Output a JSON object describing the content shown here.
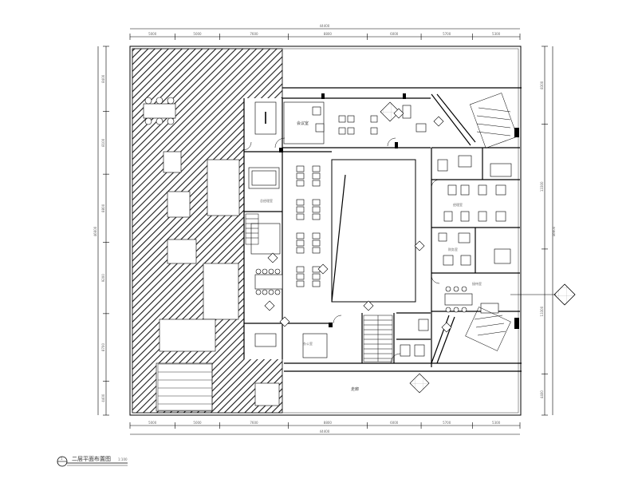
{
  "drawing": {
    "caption_title": "二层平面布置图",
    "caption_scale": "1:100",
    "caption_index": "1"
  },
  "dimensions": {
    "top_overall": "44400",
    "top_segments": [
      "5000",
      "5000",
      "7600",
      "8800",
      "6000",
      "5700",
      "5300"
    ],
    "bottom_overall": "44400",
    "bottom_segments": [
      "5000",
      "5000",
      "7600",
      "8800",
      "6000",
      "5700",
      "5300"
    ],
    "left_overall": "46600",
    "left_segments": [
      "8400",
      "8100",
      "8800",
      "9200",
      "8700",
      "4400"
    ],
    "right_overall": "46600",
    "right_segments": [
      "8300",
      "13300",
      "13300",
      "4400"
    ]
  },
  "rooms": {
    "walkway_label": "走廊",
    "room_labels": [
      "会议室",
      "经理室",
      "财务室",
      "接待室",
      "总经理室",
      "办公室"
    ]
  },
  "colors": {
    "line": "#000000",
    "hatch": "#222222",
    "paper": "#ffffff"
  },
  "symbols": [
    "north-arrow-icon",
    "stair-icon",
    "door-swing-icon",
    "plant-icon"
  ]
}
